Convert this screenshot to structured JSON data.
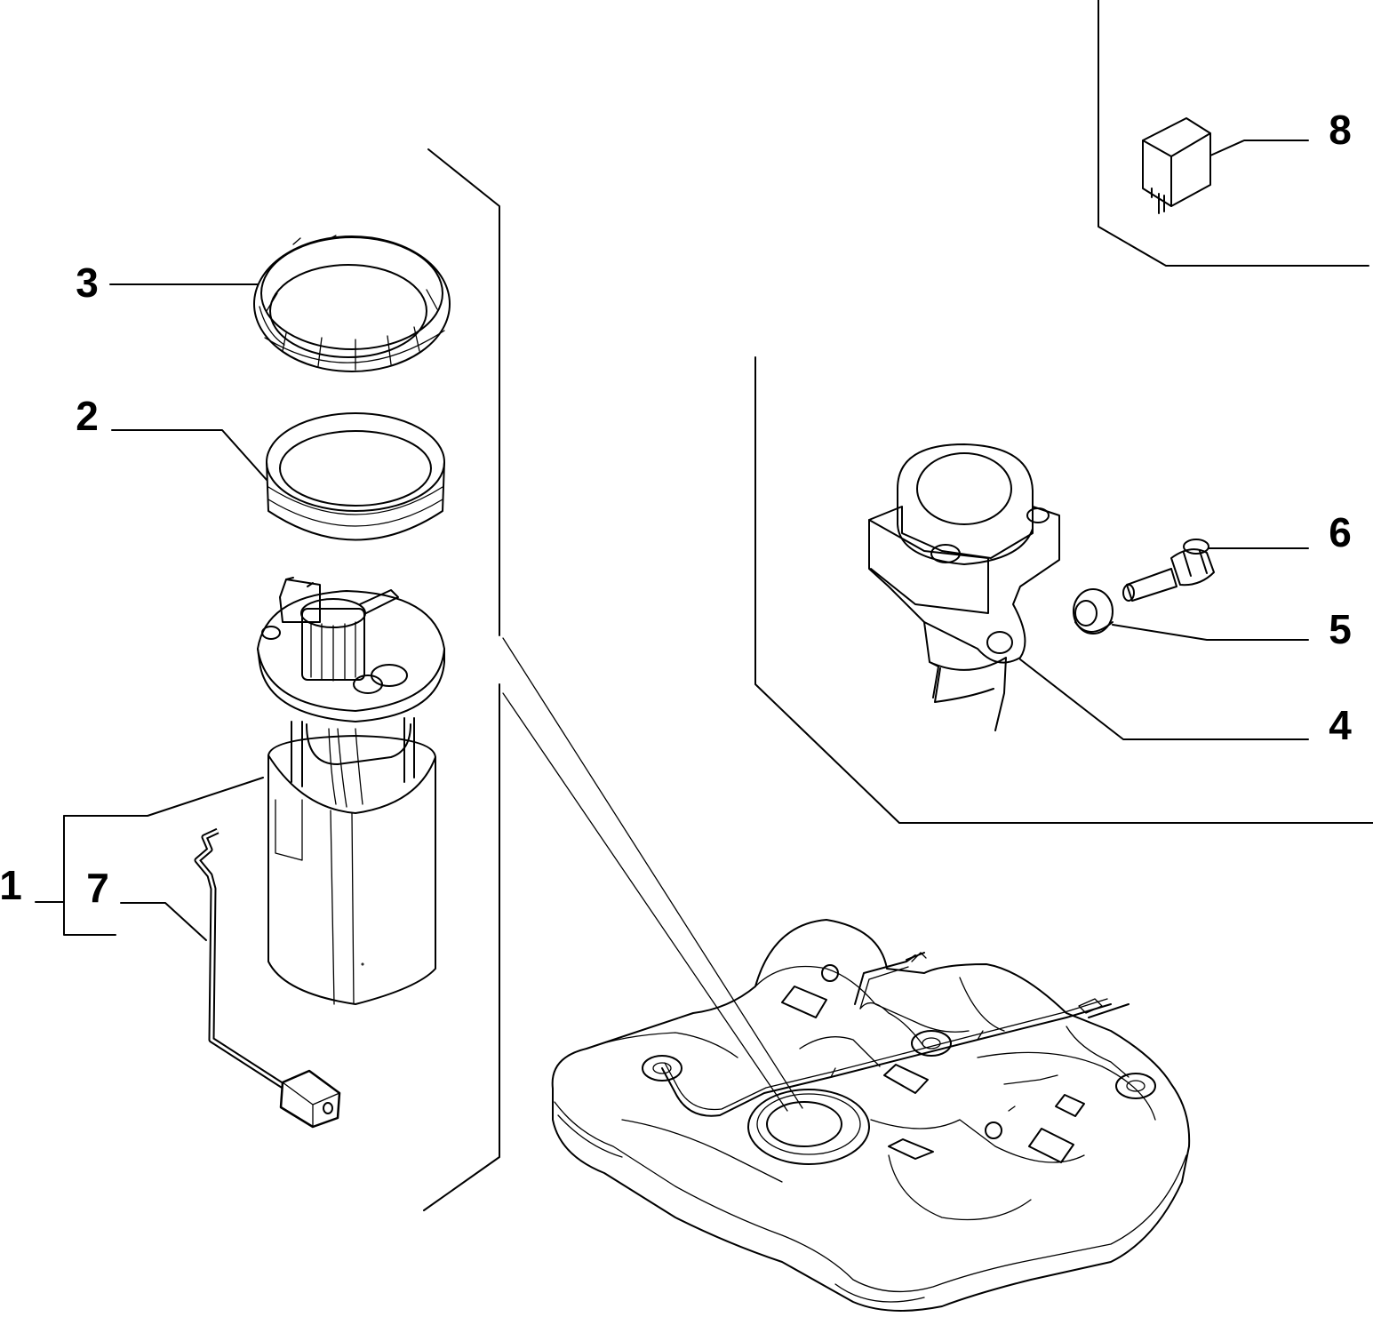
{
  "callouts": {
    "c1": "1",
    "c2": "2",
    "c3": "3",
    "c4": "4",
    "c5": "5",
    "c6": "6",
    "c7": "7",
    "c8": "8"
  },
  "parts": [
    "fuel-pump-module",
    "seal-ring",
    "lock-ring",
    "bracket-component",
    "washer",
    "bolt",
    "wiring-harness",
    "relay",
    "fuel-tank"
  ]
}
